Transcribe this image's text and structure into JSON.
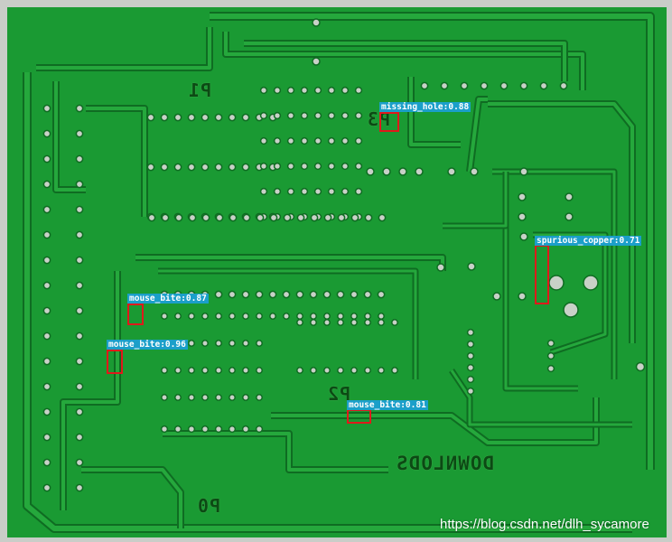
{
  "image": {
    "subject": "green printed circuit board with defect detection overlays",
    "colors": {
      "board": "#1a9a33",
      "board_edge": "#c9cdc8",
      "trace": "#25a83c",
      "gap": "#0f6c22",
      "pad": "#c9d1c8",
      "box": "#e0191b",
      "label": "#1b9fc9"
    }
  },
  "silkscreen": {
    "p1": "P1",
    "p2": "P2",
    "p3": "P3",
    "p0": "P0",
    "board_text": "DOWNLODS"
  },
  "detections": [
    {
      "label": "missing_hole:0.88"
    },
    {
      "label": "spurious_copper:0.71"
    },
    {
      "label": "mouse_bite:0.87"
    },
    {
      "label": "mouse_bite:0.96"
    },
    {
      "label": "mouse_bite:0.81"
    }
  ],
  "watermark": "https://blog.csdn.net/dlh_sycamore"
}
